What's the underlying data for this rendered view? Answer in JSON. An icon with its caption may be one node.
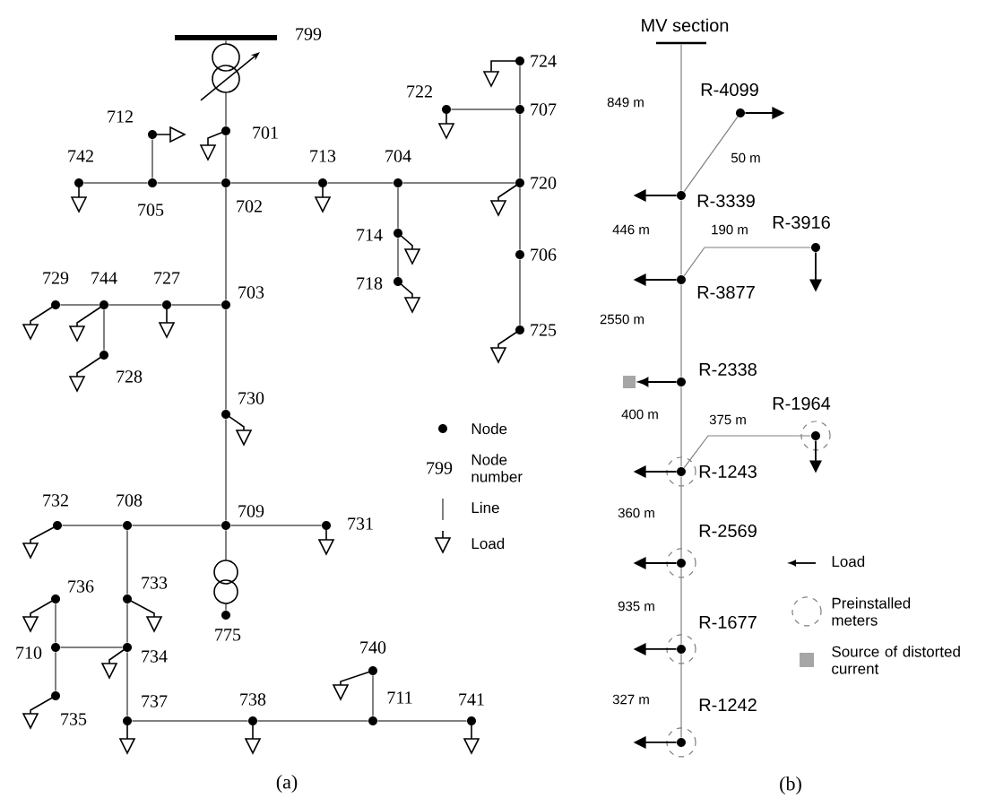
{
  "diagram": {
    "nodes": [
      {
        "text": [
          "799"
        ]
      },
      {
        "text": [
          "724"
        ]
      },
      {
        "text": [
          "722"
        ]
      },
      {
        "text": [
          "707"
        ]
      },
      {
        "text": [
          "712"
        ]
      },
      {
        "text": [
          "701"
        ]
      },
      {
        "text": [
          "742"
        ]
      },
      {
        "text": [
          "713"
        ]
      },
      {
        "text": [
          "704"
        ]
      },
      {
        "text": [
          "720"
        ]
      },
      {
        "text": [
          "705"
        ]
      },
      {
        "text": [
          "702"
        ]
      },
      {
        "text": [
          "714"
        ]
      },
      {
        "text": [
          "706"
        ]
      },
      {
        "text": [
          "718"
        ]
      },
      {
        "text": [
          "729"
        ]
      },
      {
        "text": [
          "744"
        ]
      },
      {
        "text": [
          "727"
        ]
      },
      {
        "text": [
          "703"
        ]
      },
      {
        "text": [
          "725"
        ]
      },
      {
        "text": [
          "728"
        ]
      },
      {
        "text": [
          "730"
        ]
      },
      {
        "text": [
          "732"
        ]
      },
      {
        "text": [
          "708"
        ]
      },
      {
        "text": [
          "709"
        ]
      },
      {
        "text": [
          "731"
        ]
      },
      {
        "text": [
          "736"
        ]
      },
      {
        "text": [
          "733"
        ]
      },
      {
        "text": [
          "775"
        ]
      },
      {
        "text": [
          "710"
        ]
      },
      {
        "text": [
          "734"
        ]
      },
      {
        "text": [
          "740"
        ]
      },
      {
        "text": [
          "735"
        ]
      },
      {
        "text": [
          "737"
        ]
      },
      {
        "text": [
          "738"
        ]
      },
      {
        "text": [
          "711"
        ]
      },
      {
        "text": [
          "741"
        ]
      },
      {
        "text": [
          "MV section"
        ]
      },
      {
        "text": [
          "R-4099"
        ]
      },
      {
        "text": [
          "R-3339"
        ]
      },
      {
        "text": [
          "R-3916"
        ]
      },
      {
        "text": [
          "R-3877"
        ]
      },
      {
        "text": [
          "R-2338"
        ]
      },
      {
        "text": [],
        "shape": "box"
      },
      {
        "text": [
          "R-1964"
        ]
      },
      {
        "text": [
          "R-1243"
        ]
      },
      {
        "text": [
          "R-2569"
        ]
      },
      {
        "text": [
          "R-1677"
        ]
      },
      {
        "text": [
          "R-1242"
        ]
      }
    ],
    "edges": [
      {
        "from": 0,
        "to": 5,
        "arrow": "none"
      },
      {
        "from": 5,
        "to": 11,
        "arrow": "none"
      },
      {
        "from": 6,
        "to": 10,
        "arrow": "none"
      },
      {
        "from": 10,
        "to": 11,
        "arrow": "none"
      },
      {
        "from": 10,
        "to": 4,
        "arrow": "none"
      },
      {
        "from": 11,
        "to": 7,
        "arrow": "none"
      },
      {
        "from": 7,
        "to": 8,
        "arrow": "none"
      },
      {
        "from": 8,
        "to": 9,
        "arrow": "none"
      },
      {
        "from": 8,
        "to": 12,
        "arrow": "none"
      },
      {
        "from": 12,
        "to": 14,
        "arrow": "none"
      },
      {
        "from": 9,
        "to": 3,
        "arrow": "none"
      },
      {
        "from": 3,
        "to": 1,
        "arrow": "none"
      },
      {
        "from": 3,
        "to": 2,
        "arrow": "none"
      },
      {
        "from": 9,
        "to": 13,
        "arrow": "none"
      },
      {
        "from": 13,
        "to": 19,
        "arrow": "none"
      },
      {
        "from": 11,
        "to": 18,
        "arrow": "none"
      },
      {
        "from": 18,
        "to": 17,
        "arrow": "none"
      },
      {
        "from": 17,
        "to": 16,
        "arrow": "none"
      },
      {
        "from": 16,
        "to": 15,
        "arrow": "none"
      },
      {
        "from": 16,
        "to": 20,
        "arrow": "none"
      },
      {
        "from": 18,
        "to": 21,
        "arrow": "none"
      },
      {
        "from": 21,
        "to": 24,
        "arrow": "none"
      },
      {
        "from": 24,
        "to": 23,
        "arrow": "none"
      },
      {
        "from": 23,
        "to": 22,
        "arrow": "none"
      },
      {
        "from": 24,
        "to": 25,
        "arrow": "none"
      },
      {
        "from": 24,
        "to": 28,
        "arrow": "none"
      },
      {
        "from": 23,
        "to": 27,
        "arrow": "none"
      },
      {
        "from": 27,
        "to": 30,
        "arrow": "none"
      },
      {
        "from": 30,
        "to": 29,
        "arrow": "none"
      },
      {
        "from": 29,
        "to": 26,
        "arrow": "none"
      },
      {
        "from": 29,
        "to": 32,
        "arrow": "none"
      },
      {
        "from": 30,
        "to": 33,
        "arrow": "none"
      },
      {
        "from": 33,
        "to": 34,
        "arrow": "none"
      },
      {
        "from": 34,
        "to": 35,
        "arrow": "none"
      },
      {
        "from": 35,
        "to": 31,
        "arrow": "none"
      },
      {
        "from": 35,
        "to": 36,
        "arrow": "none"
      },
      {
        "from": 37,
        "to": 39,
        "arrow": "none",
        "label": "849 m"
      },
      {
        "from": 39,
        "to": 38,
        "arrow": "none",
        "label": "50 m"
      },
      {
        "from": 39,
        "to": 41,
        "arrow": "none",
        "label": "446 m"
      },
      {
        "from": 41,
        "to": 40,
        "arrow": "none",
        "label": "190 m"
      },
      {
        "from": 41,
        "to": 42,
        "arrow": "none",
        "label": "2550 m"
      },
      {
        "from": 42,
        "to": 45,
        "arrow": "none",
        "label": "400 m"
      },
      {
        "from": 45,
        "to": 44,
        "arrow": "none",
        "label": "375 m"
      },
      {
        "from": 45,
        "to": 46,
        "arrow": "none",
        "label": "360 m"
      },
      {
        "from": 46,
        "to": 47,
        "arrow": "none",
        "label": "935 m"
      },
      {
        "from": 47,
        "to": 48,
        "arrow": "none",
        "label": "327 m"
      },
      {
        "from": 38,
        "to": null,
        "arrow": "to",
        "color": "#000000"
      },
      {
        "from": 39,
        "to": null,
        "arrow": "to",
        "color": "#000000"
      },
      {
        "from": 40,
        "to": null,
        "arrow": "to",
        "color": "#000000"
      },
      {
        "from": 41,
        "to": null,
        "arrow": "to",
        "color": "#000000"
      },
      {
        "from": 42,
        "to": 43,
        "arrow": "to",
        "color": "#000000"
      },
      {
        "from": 44,
        "to": null,
        "arrow": "to",
        "color": "#000000"
      },
      {
        "from": 45,
        "to": null,
        "arrow": "to",
        "color": "#000000"
      },
      {
        "from": 46,
        "to": null,
        "arrow": "to",
        "color": "#000000"
      },
      {
        "from": 47,
        "to": null,
        "arrow": "to",
        "color": "#000000"
      },
      {
        "from": 48,
        "to": null,
        "arrow": "to",
        "color": "#000000"
      }
    ],
    "labels": [
      "799",
      "(a)",
      "(b)"
    ],
    "legend": [
      {
        "text": "Node"
      },
      {
        "text": "Node number"
      },
      {
        "text": "Line"
      },
      {
        "text": "Load"
      },
      {
        "text": "Load"
      },
      {
        "text": "Preinstalled meters"
      },
      {
        "text": "Source of distorted current",
        "color": "#a6a6a6"
      }
    ]
  }
}
